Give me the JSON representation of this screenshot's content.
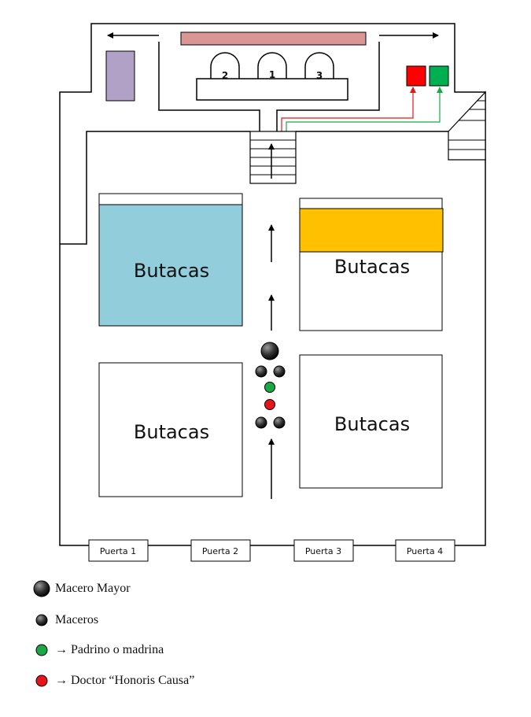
{
  "blocks": {
    "top_left": "Butacas",
    "top_right": "Butacas",
    "bottom_left": "Butacas",
    "bottom_right": "Butacas"
  },
  "stage_seats": [
    "2",
    "1",
    "3"
  ],
  "doors": [
    "Puerta 1",
    "Puerta 2",
    "Puerta 3",
    "Puerta 4"
  ],
  "legend": [
    {
      "text": "Macero Mayor",
      "color": "#222222",
      "arrow": ""
    },
    {
      "text": "Maceros",
      "color": "#222222",
      "arrow": ""
    },
    {
      "text": "Padrino o madrina",
      "color": "#1aa847",
      "arrow": "→"
    },
    {
      "text": "Doctor “Honoris Causa”",
      "color": "#e8141b",
      "arrow": "→"
    }
  ],
  "colors": {
    "blue_block": "#92cddc",
    "gold_band": "#ffc000",
    "stage_bar": "#d99694",
    "lectern": "#b2a1c7",
    "red_square": "#ff0000",
    "green_square": "#00b050",
    "green_dot": "#1aa847",
    "red_dot": "#e8141b"
  }
}
